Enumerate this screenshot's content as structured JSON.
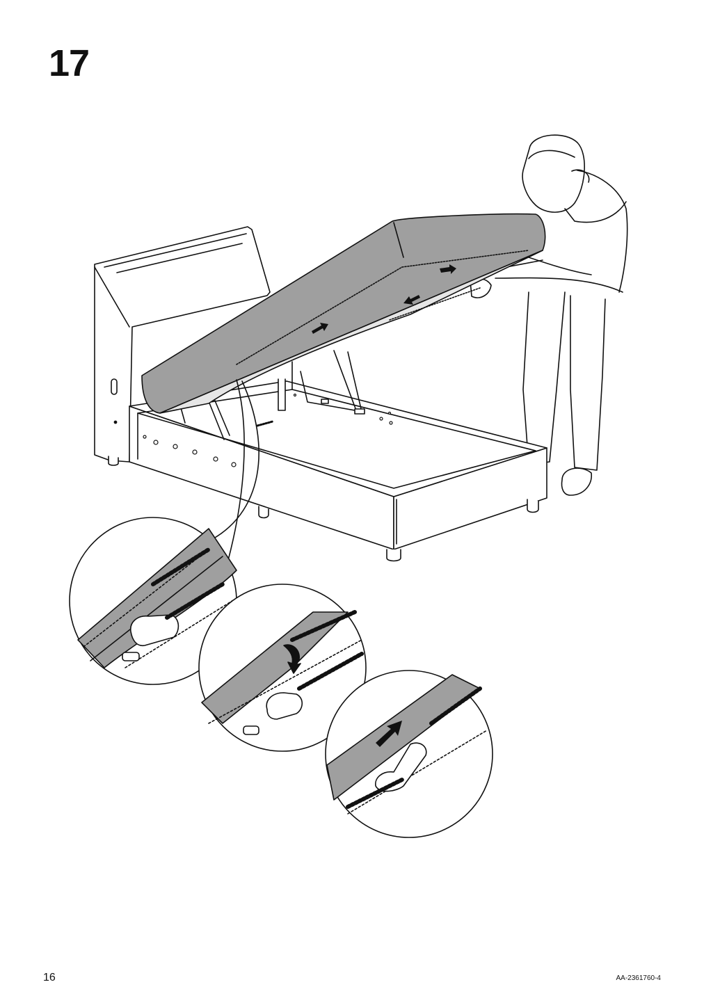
{
  "step": {
    "number": "17"
  },
  "footer": {
    "page_number": "16",
    "document_code": "AA-2361760-4"
  },
  "illustration": {
    "icons": [
      "storage-bed-icon",
      "person-icon",
      "zipper-detail-icon",
      "arrow-icon"
    ],
    "colors": {
      "fabric": "#9f9f9f",
      "lining": "#e6e6e6",
      "line": "#111111",
      "background": "#ffffff"
    }
  }
}
